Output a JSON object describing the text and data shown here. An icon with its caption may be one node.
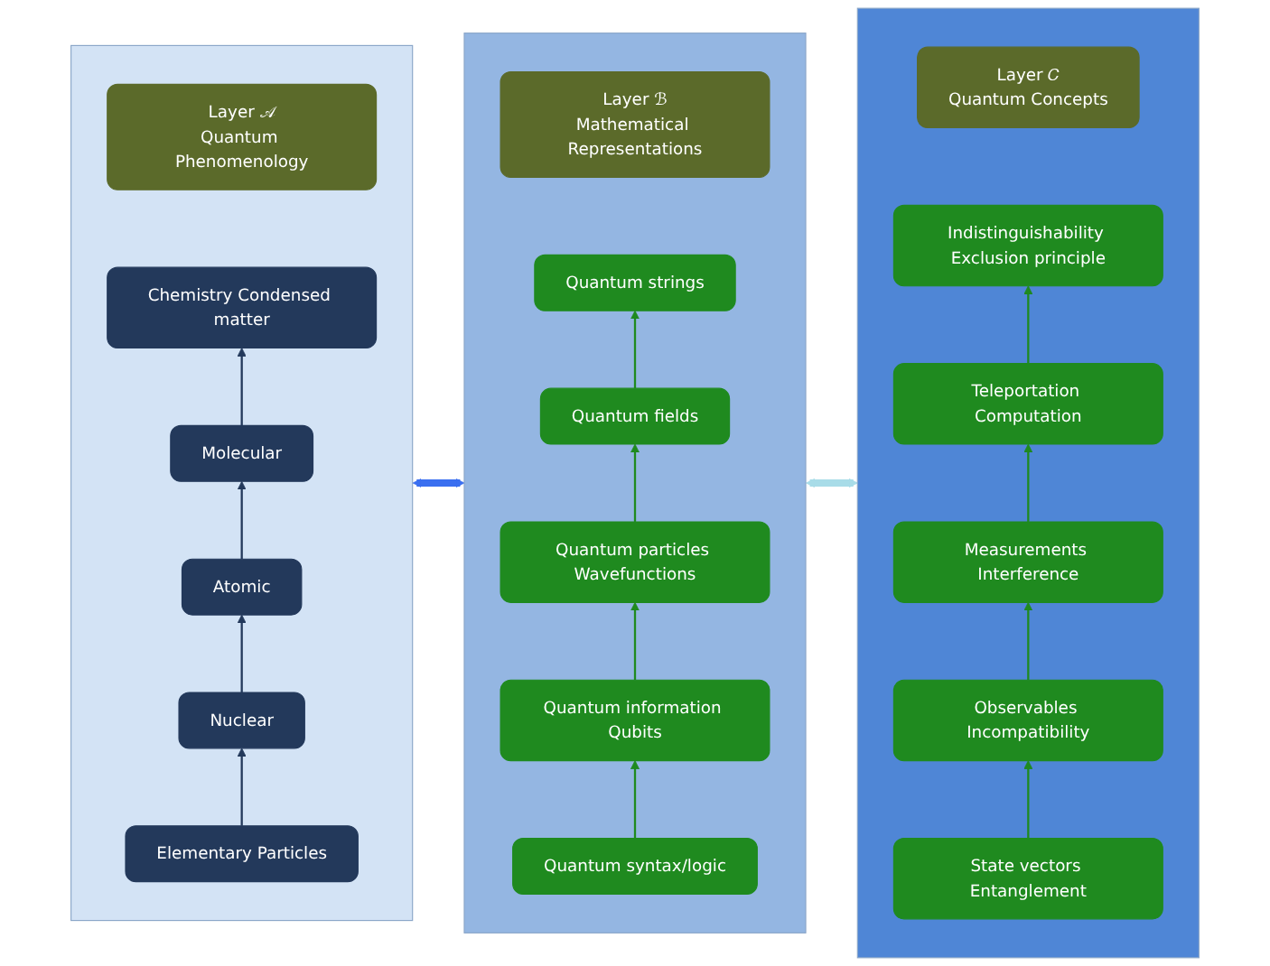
{
  "diagram": {
    "nodes": [
      {
        "text": [],
        "shape": "box"
      },
      {
        "text": [
          "Layer 𝒜",
          "Quantum Phenomenology"
        ],
        "in": 0
      },
      {
        "text": [
          "Chemistry Condensed matter"
        ],
        "in": 0
      },
      {
        "text": [
          "Molecular"
        ],
        "in": 0
      },
      {
        "text": [
          "Atomic"
        ],
        "in": 0
      },
      {
        "text": [
          "Nuclear"
        ],
        "in": 0
      },
      {
        "text": [
          "Elementary Particles"
        ],
        "in": 0
      },
      {
        "text": [],
        "shape": "box"
      },
      {
        "text": [
          "Layer ℬ",
          "Mathematical Representations"
        ],
        "in": 7
      },
      {
        "text": [
          "Quantum strings"
        ],
        "in": 7
      },
      {
        "text": [
          "Quantum fields"
        ],
        "in": 7
      },
      {
        "text": [
          "Quantum particles Wavefunctions"
        ],
        "in": 7
      },
      {
        "text": [
          "Quantum information Qubits"
        ],
        "in": 7
      },
      {
        "text": [
          "Quantum syntax/logic"
        ],
        "in": 7
      },
      {
        "text": [],
        "shape": "box"
      },
      {
        "text": [
          "Layer 𝐶",
          "Quantum Concepts"
        ],
        "in": 14
      },
      {
        "text": [
          "Indistinguishability Exclusion principle"
        ],
        "in": 14
      },
      {
        "text": [
          "Teleportation Computation"
        ],
        "in": 14
      },
      {
        "text": [
          "Measurements Interference"
        ],
        "in": 14
      },
      {
        "text": [
          "Observables Incompatibility"
        ],
        "in": 14
      },
      {
        "text": [
          "State vectors Entanglement"
        ],
        "in": 14
      }
    ],
    "edges": [
      {
        "from": 3,
        "to": 2,
        "arrow": "to",
        "color": "#23395b"
      },
      {
        "from": 4,
        "to": 3,
        "arrow": "to",
        "color": "#23395b"
      },
      {
        "from": 5,
        "to": 4,
        "arrow": "to",
        "color": "#23395b"
      },
      {
        "from": 6,
        "to": 5,
        "arrow": "to",
        "color": "#23395b"
      },
      {
        "from": 10,
        "to": 9,
        "arrow": "to"
      },
      {
        "from": 11,
        "to": 10,
        "arrow": "to"
      },
      {
        "from": 12,
        "to": 11,
        "arrow": "to"
      },
      {
        "from": 13,
        "to": 12,
        "arrow": "to"
      },
      {
        "from": 17,
        "to": 16,
        "arrow": "to"
      },
      {
        "from": 18,
        "to": 17,
        "arrow": "to"
      },
      {
        "from": 19,
        "to": 18,
        "arrow": "to"
      },
      {
        "from": 20,
        "to": 19,
        "arrow": "to"
      },
      {
        "from": 0,
        "to": 7,
        "arrow": "both",
        "style": "thick",
        "color": "#3a6ff0"
      },
      {
        "from": 7,
        "to": 14,
        "arrow": "both",
        "style": "thick",
        "color": "#a8dce8"
      }
    ]
  }
}
